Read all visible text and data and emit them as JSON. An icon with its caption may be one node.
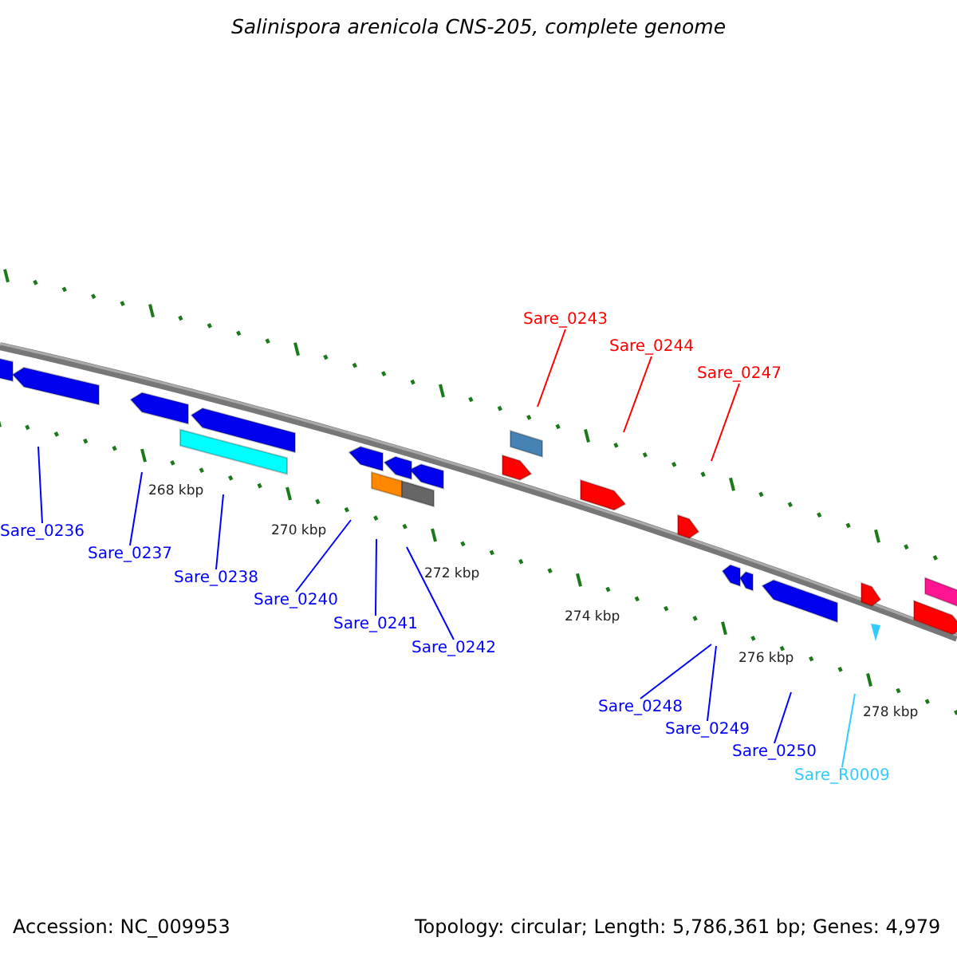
{
  "diagram": {
    "title": "Salinispora arenicola CNS-205, complete genome",
    "nodes": [
      {
        "text": [
          "Sare_0243"
        ]
      },
      {
        "text": [
          "Sare_0244"
        ]
      },
      {
        "text": [
          "Sare_0247"
        ]
      },
      {
        "text": [
          "Sare_0236"
        ]
      },
      {
        "text": [
          "Sare_0237"
        ]
      },
      {
        "text": [
          "Sare_0238"
        ]
      },
      {
        "text": [
          "Sare_0240"
        ]
      },
      {
        "text": [
          "Sare_0241"
        ]
      },
      {
        "text": [
          "Sare_0242"
        ]
      },
      {
        "text": [
          "Sare_0248"
        ]
      },
      {
        "text": [
          "Sare_0249"
        ]
      },
      {
        "text": [
          "Sare_0250"
        ]
      },
      {
        "text": [
          "Sare_R0009"
        ]
      }
    ],
    "edges": [
      {
        "from": 0,
        "to": null,
        "arrow": "none",
        "color": "#ff0000"
      },
      {
        "from": 1,
        "to": null,
        "arrow": "none",
        "color": "#ff0000"
      },
      {
        "from": 2,
        "to": null,
        "arrow": "none",
        "color": "#ff0000"
      },
      {
        "from": 3,
        "to": null,
        "arrow": "none"
      },
      {
        "from": 4,
        "to": null,
        "arrow": "none"
      },
      {
        "from": 5,
        "to": null,
        "arrow": "none"
      },
      {
        "from": 6,
        "to": null,
        "arrow": "none"
      },
      {
        "from": 7,
        "to": null,
        "arrow": "none"
      },
      {
        "from": 8,
        "to": null,
        "arrow": "none"
      },
      {
        "from": 9,
        "to": null,
        "arrow": "none"
      },
      {
        "from": 10,
        "to": null,
        "arrow": "none"
      },
      {
        "from": 11,
        "to": null,
        "arrow": "none"
      },
      {
        "from": 12,
        "to": null,
        "arrow": "none",
        "color": "#33ccff"
      }
    ],
    "labels": [
      "268 kbp",
      "270 kbp",
      "272 kbp",
      "274 kbp",
      "276 kbp",
      "278 kbp",
      "Accession: NC_009953",
      "Topology: circular; Length: 5,786,361 bp; Genes: 4,979"
    ]
  }
}
